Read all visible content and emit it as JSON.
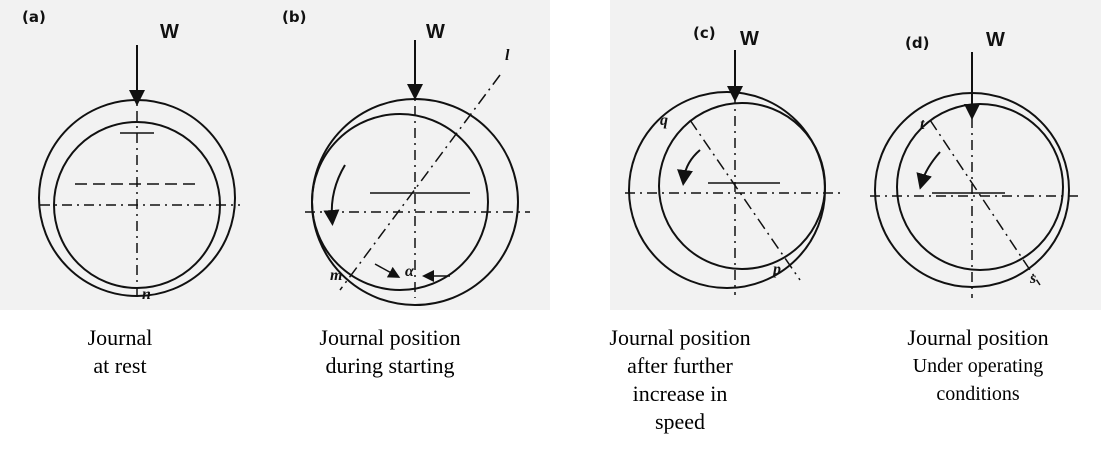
{
  "panels": [
    {
      "letter": "(a)",
      "force_label": "W",
      "point_labels": [
        "n"
      ],
      "caption_lines": [
        "Journal",
        "at rest"
      ]
    },
    {
      "letter": "(b)",
      "force_label": "W",
      "point_labels": [
        "l",
        "m",
        "α"
      ],
      "caption_lines": [
        "Journal position",
        "during starting"
      ]
    },
    {
      "letter": "(c)",
      "force_label": "W",
      "point_labels": [
        "q",
        "p"
      ],
      "caption_lines": [
        "Journal position",
        "after further",
        "increase in",
        "speed"
      ]
    },
    {
      "letter": "(d)",
      "force_label": "W",
      "point_labels": [
        "t",
        "s"
      ],
      "caption_lines": [
        "Journal position",
        "Under operating",
        "conditions"
      ]
    }
  ]
}
